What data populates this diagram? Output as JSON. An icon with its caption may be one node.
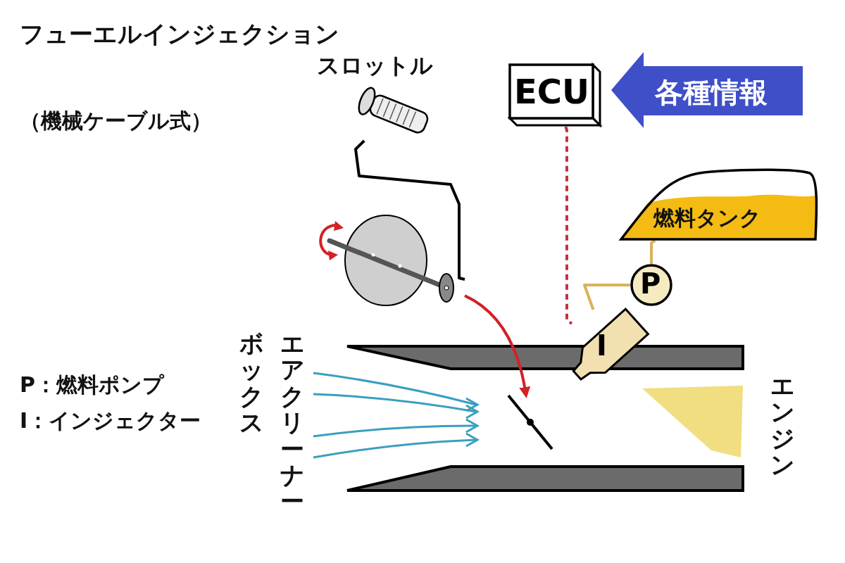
{
  "diagram": {
    "title": "フューエルインジェクション",
    "nodes": [
      {
        "text": [
          "ECU"
        ]
      },
      {
        "text": [
          "各種情報"
        ]
      },
      {
        "text": [
          "燃料タンク"
        ]
      },
      {
        "text": [
          "P"
        ]
      },
      {
        "text": [
          "I"
        ]
      },
      {
        "text": [],
        "shape": "picture",
        "beside": [
          "スロットル"
        ]
      },
      {
        "text": [],
        "shape": "picture"
      },
      {
        "text": [],
        "shape": "bar"
      }
    ],
    "edges": [
      {
        "from": 5,
        "to": 6,
        "arrow": "none",
        "color": "#000000"
      },
      {
        "from": 6,
        "to": 7,
        "arrow": "to",
        "color": "#d42027"
      },
      {
        "from": 0,
        "to": 4,
        "arrow": "none",
        "style": "dashed",
        "color": "#c8303a"
      },
      {
        "from": 2,
        "to": 3,
        "arrow": "none",
        "color": "#d9b25a"
      },
      {
        "from": 3,
        "to": 4,
        "arrow": "none",
        "color": "#d9b25a"
      }
    ],
    "labels": [
      "（機械ケーブル式）",
      "P：燃料ポンプ",
      "I：インジェクター",
      "エアクリーナー",
      "ボックス",
      "エンジン"
    ]
  }
}
